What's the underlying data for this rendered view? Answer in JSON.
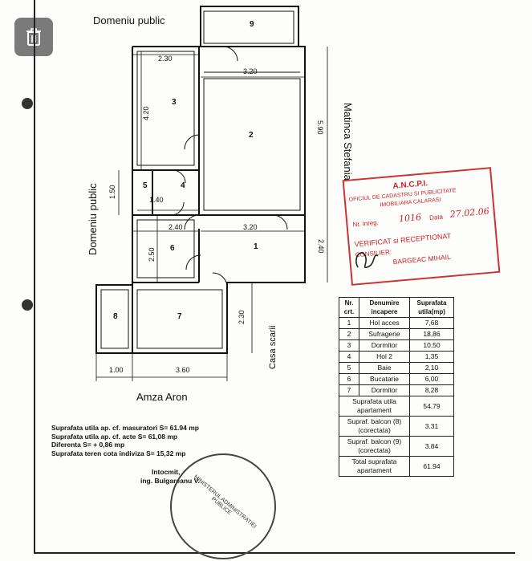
{
  "labels": {
    "top_street": "Domeniu public",
    "left_street": "Domeniu public",
    "right_street": "Matinca Stefania",
    "bottom_street": "Amza Aron",
    "stair": "Casa scarii"
  },
  "rooms": [
    "1",
    "2",
    "3",
    "4",
    "5",
    "6",
    "7",
    "8",
    "9"
  ],
  "dims": {
    "d230top": "2.30",
    "d320top": "3.20",
    "d420": "4.20",
    "d590": "5.90",
    "d150": "1.50",
    "d140": "1.40",
    "d240": "2.40",
    "d320mid": "3.20",
    "d250": "2.50",
    "d240r": "2.40",
    "d230stair": "2.30",
    "d100": "1.00",
    "d360": "3.60"
  },
  "table": {
    "headers": [
      "Nr. crt.",
      "Denumire incapere",
      "Suprafata utila(mp)"
    ],
    "rows": [
      [
        "1",
        "Hol acces",
        "7,68"
      ],
      [
        "2",
        "Sufragerie",
        "18,86"
      ],
      [
        "3",
        "Dormitor",
        "10,50"
      ],
      [
        "4",
        "Hol 2",
        "1,35"
      ],
      [
        "5",
        "Baie",
        "2,10"
      ],
      [
        "6",
        "Bucatarie",
        "6,00"
      ],
      [
        "7",
        "Dormitor",
        "8,28"
      ]
    ],
    "summary": [
      [
        "Suprafata utila apartament",
        "54.79"
      ],
      [
        "Supraf. balcon (8) (corectata)",
        "3.31"
      ],
      [
        "Supraf. balcon (9) (corectata)",
        "3.84"
      ],
      [
        "Total suprafata apartament",
        "61.94"
      ]
    ]
  },
  "notes": [
    "Suprafata utila ap. cf. masuratori S= 61.94 mp",
    "Suprafata utila ap. cf. acte S= 61,08 mp",
    "Diferenta S= + 0,86 mp",
    "Suprafata teren cota indiviza S= 15,32 mp"
  ],
  "author": {
    "line1": "Intocmit,",
    "line2": "ing. Bulgareanu V."
  },
  "stamp": {
    "title": "A.N.C.P.I.",
    "office": "OFICIUL DE CADASTRU SI PUBLICITATE",
    "office2": "IMOBILIARA CALARASI",
    "nr_label": "Nr. inreg.",
    "nr_value": "1016",
    "data_label": "Data",
    "data_value": "27.02.06",
    "verified": "VERIFICAT si RECEPTIONAT",
    "consilier": "CONSILIER:",
    "name": "BARGEAC MIHAIL"
  },
  "round_stamp": "MINISTERUL ADMINISTRATIEI PUBLICE"
}
